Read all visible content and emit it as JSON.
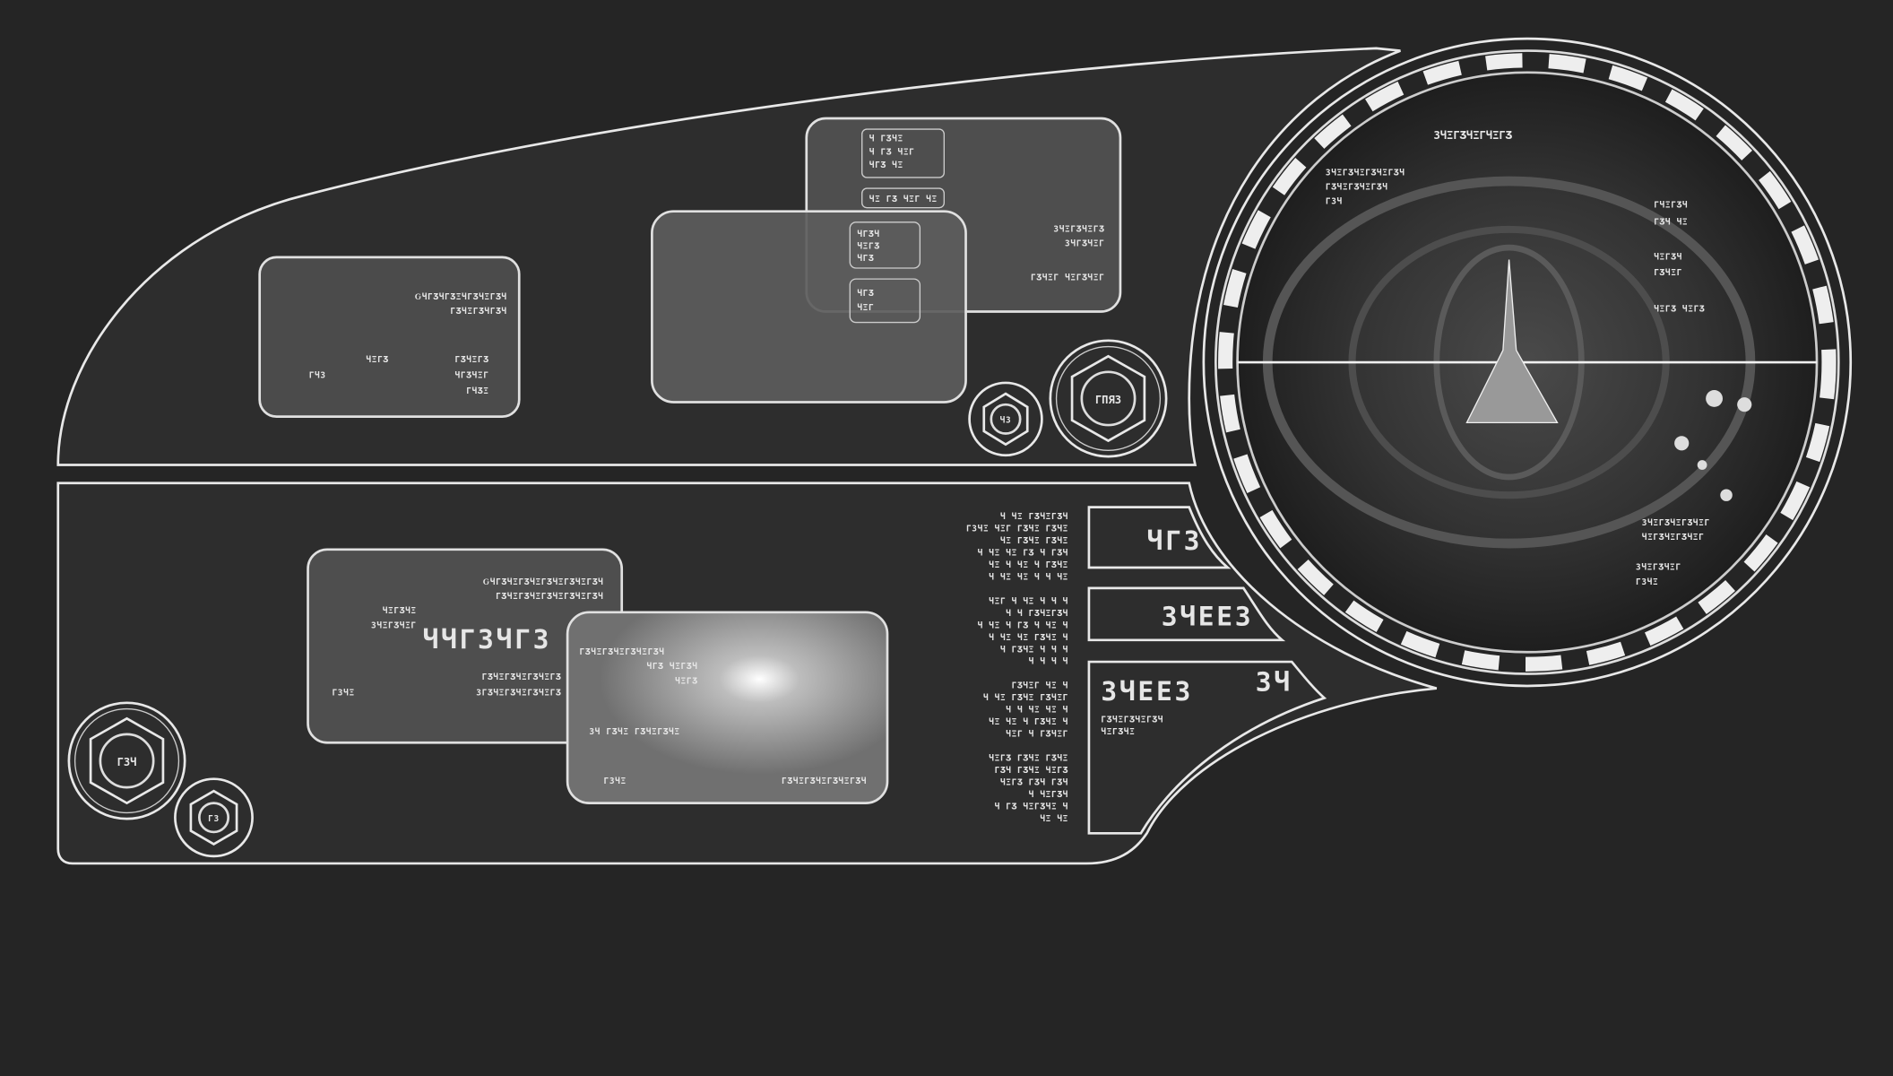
{
  "colors": {
    "background": "#252525",
    "line": "#e8e8e8",
    "panel": "#2e2e2e",
    "card": "#5a5a5a",
    "card_bright": "#8a8a8a"
  },
  "upper_panel": {
    "card_left": {
      "line1": "ԌЧГƷЧГƷΞЧГƷЧΞГƷЧ",
      "line2": "ГƷЧΞГƷЧГƷЧ",
      "label_a": "ЧΞГƷ",
      "value_a": "ГƷЧΞГƷ",
      "label_b": "ГЧЗ",
      "value_b": "ЧГƷЧΞГ",
      "value_c": "ГЧƷΞ"
    },
    "card_back": {
      "codes": [
        "Ч ГƷЧΞ",
        "Ч ГƷ ЧΞГ",
        "ЧГƷ ЧΞ"
      ],
      "code_row": "ЧΞ ГƷ ЧΞГ ЧΞ",
      "line1": "ЗЧΞГƷЧΞГƷ",
      "line2": "ЗЧГƷЧΞГ",
      "line3": "ГƷЧΞГ ЧΞГƷЧΞГ"
    },
    "card_front": {
      "codes_a": [
        "ЧГƷЧ",
        "ЧΞГƷ",
        "ЧГƷ"
      ],
      "codes_b": [
        "ЧГƷ",
        "ЧΞГ"
      ]
    },
    "hex_big": "ГПЯЗ",
    "hex_small": "ЧЗ"
  },
  "scope": {
    "title": "ЗЧΞГƷЧΞГЧΞГƷ",
    "top_left": [
      "ЗЧΞГƷЧΞГƷЧΞГƷЧ",
      "ГƷЧΞГƷЧΞГƷЧ",
      "ГЗЧ"
    ],
    "right_top": [
      "ГЧΞГƷЧ",
      "ГƷЧ ЧΞ",
      "ЧΞГƷЧ",
      "ГƷЧΞГ",
      "ЧΞГƷ ЧΞГƷ"
    ],
    "bottom_right": [
      "ЗЧΞГƷЧΞГƷЧΞГ",
      "ЧΞГƷЧΞГƷЧΞГ",
      "ЗЧΞГƷЧΞГ",
      "ГЗЧΞ"
    ]
  },
  "lower_panel": {
    "card_left": {
      "line1": "ԌЧГƷЧΞГƷЧΞГƷЧΞГƷЧΞГƷЧ",
      "line2": "ГƷЧΞГƷЧΞГƷЧΞГƷЧΞГƷЧ",
      "line3": "ЧΞГƷЧΞ",
      "line4": "ЗЧΞГƷЧΞГ",
      "title": "ЧЧГЗЧГЗ",
      "line5": "ГƷЧΞГƷЧΞГƷЧΞГƷ",
      "line6": "ЗГƷЧΞГƷЧΞГƷЧΞГƷ",
      "label": "ГЗЧΞ"
    },
    "card_bright": {
      "line1": "ГƷЧΞГƷЧΞГƷЧΞГƷЧ",
      "line2": "ЧГƷ ЧΞГƷЧ",
      "line3": "ЧΞГƷ",
      "line4": "ЗЧ ГƷЧΞ ГƷЧΞГƷЧΞ",
      "label": "ГЗЧΞ",
      "value": "ГƷЧΞГƷЧΞГƷЧΞГƷЧ"
    },
    "hex_big": "ГЗЧ",
    "hex_small": "ГЗ",
    "column_text": [
      "Ч ЧΞ ГƷЧΞГƷЧ",
      "ГЗЧΞ ЧΞГ ГƷЧΞ ГƷЧΞ",
      "ЧΞ ГƷЧΞ ГƷЧΞ",
      "Ч ЧΞ ЧΞ ГƷ Ч ГƷЧ",
      "ЧΞ Ч ЧΞ Ч ГƷЧΞ",
      "Ч ЧΞ ЧΞ Ч Ч ЧΞ",
      "",
      "ЧΞГ Ч ЧΞ Ч Ч Ч",
      "Ч Ч ГƷЧΞГƷЧ",
      "Ч ЧΞ Ч ГƷ Ч ЧΞ Ч",
      "Ч ЧΞ ЧΞ ГƷЧΞ Ч",
      "Ч ГƷЧΞ Ч Ч Ч",
      "Ч Ч Ч Ч",
      "",
      "ГƷЧΞГ ЧΞ Ч",
      "Ч ЧΞ ГƷЧΞ ГƷЧΞГ",
      "Ч Ч ЧΞ ЧΞ Ч",
      "ЧΞ ЧΞ Ч ГƷЧΞ Ч",
      "ЧΞГ Ч ГƷЧΞГ",
      "",
      "ЧΞГƷ ГƷЧΞ ГƷЧΞ",
      "ГƷЧ ГƷЧΞ ЧΞГƷ",
      "ЧΞГƷ ГƷЧ ГƷЧ",
      "Ч ЧΞГƷЧ",
      "Ч ГƷ ЧΞГƷЧΞ Ч",
      "ЧΞ ЧΞ"
    ]
  },
  "tabs": [
    {
      "label": "ЧГЗ"
    },
    {
      "label": "ЗЧЕЕЗ"
    },
    {
      "label": "ЗЧЕЕЗ",
      "badge": "ЗЧ",
      "sub1": "ГƷЧΞГƷЧΞГƷЧ",
      "sub2": "ЧΞГƷЧΞ"
    }
  ]
}
